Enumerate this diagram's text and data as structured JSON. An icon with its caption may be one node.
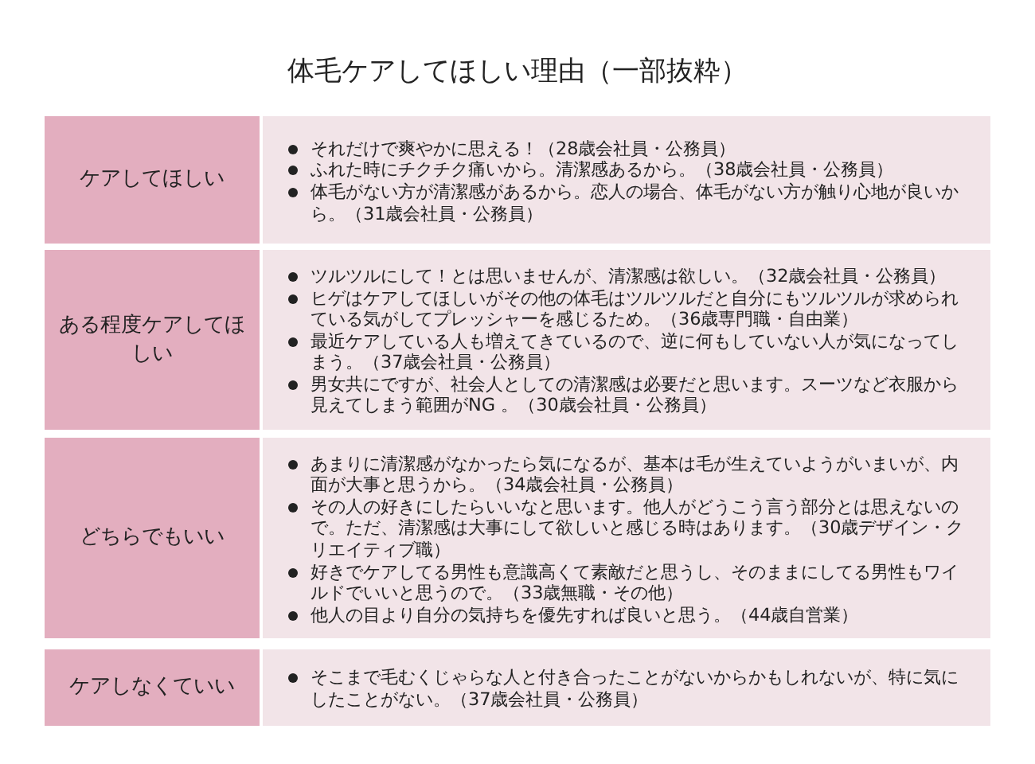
{
  "diagram": {
    "title": "体毛ケアしてほしい理由（一部抜粋）",
    "nodes": [
      {
        "text": [
          "ケアしてほしい"
        ]
      },
      {
        "text": [
          "それだけで爽やかに思える！（28歳会社員・公務員）",
          "ふれた時にチクチク痛いから。清潔感あるから。（38歳会社員・公務員）",
          "体毛がない方が清潔感があるから。恋人の場合、体毛がない方が触り心地が良いから。（31歳会社員・公務員）"
        ]
      },
      {
        "text": [
          "ある程度ケアしてほしい"
        ]
      },
      {
        "text": [
          "ツルツルにして！とは思いませんが、清潔感は欲しい。（32歳会社員・公務員）",
          "ヒゲはケアしてほしいがその他の体毛はツルツルだと自分にもツルツルが求められている気がしてプレッシャーを感じるため。（36歳専門職・自由業）",
          "最近ケアしている人も増えてきているので、逆に何もしていない人が気になってしまう。（37歳会社員・公務員）",
          "男女共にですが、社会人としての清潔感は必要だと思います。スーツなど衣服から見えてしまう範囲がNG 。（30歳会社員・公務員）"
        ]
      },
      {
        "text": [
          "どちらでもいい"
        ]
      },
      {
        "text": [
          "あまりに清潔感がなかったら気になるが、基本は毛が生えていようがいまいが、内面が大事と思うから。（34歳会社員・公務員）",
          "その人の好きにしたらいいなと思います。他人がどうこう言う部分とは思えないので。ただ、清潔感は大事にして欲しいと感じる時はあります。（30歳デザイン・クリエイティブ職）",
          "好きでケアしてる男性も意識高くて素敵だと思うし、そのままにしてる男性もワイルドでいいと思うので。（33歳無職・その他）",
          "他人の目より自分の気持ちを優先すれば良いと思う。（44歳自営業）"
        ]
      },
      {
        "text": [
          "ケアしなくていい"
        ]
      },
      {
        "text": [
          "そこまで毛むくじゃらな人と付き合ったことがないからかもしれないが、特に気にしたことがない。（37歳会社員・公務員）"
        ]
      }
    ]
  }
}
